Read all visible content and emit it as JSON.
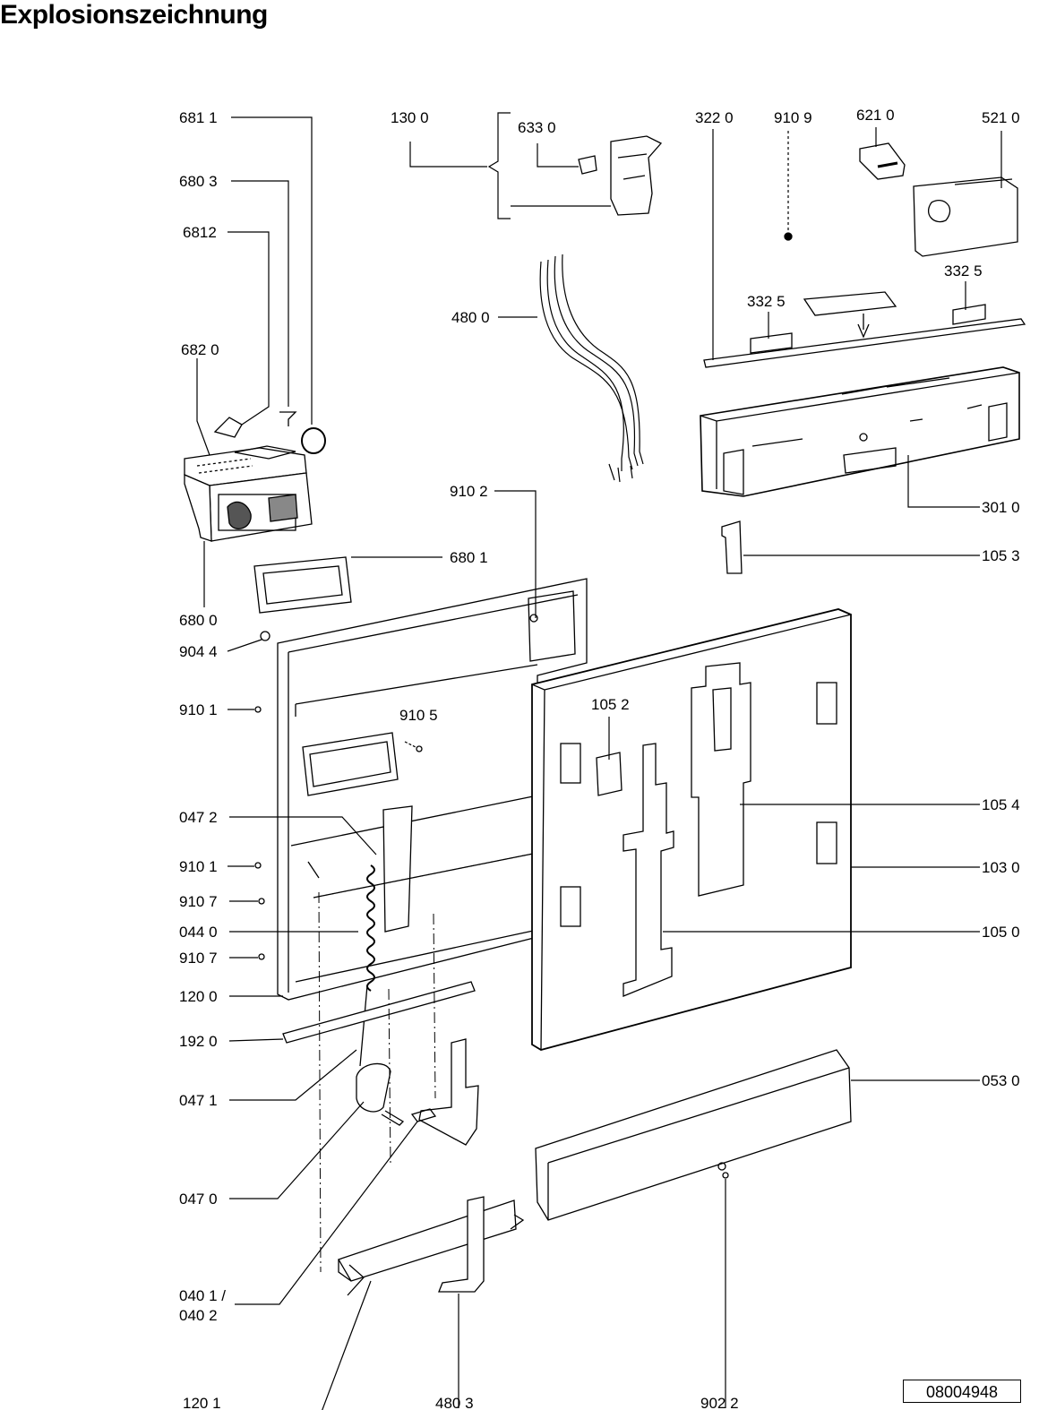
{
  "title": "Explosionszeichnung",
  "document_number": "08004948",
  "parts": [
    {
      "id": "p6811",
      "label": "681 1"
    },
    {
      "id": "p6803",
      "label": "680 3"
    },
    {
      "id": "p6812",
      "label": "6812"
    },
    {
      "id": "p6820",
      "label": "682 0"
    },
    {
      "id": "p6800",
      "label": "680 0"
    },
    {
      "id": "p6801",
      "label": "680 1"
    },
    {
      "id": "p9044",
      "label": "904 4"
    },
    {
      "id": "p9101a",
      "label": "910 1"
    },
    {
      "id": "p9105",
      "label": "910 5"
    },
    {
      "id": "p0472",
      "label": "047 2"
    },
    {
      "id": "p9101b",
      "label": "910 1"
    },
    {
      "id": "p9107a",
      "label": "910 7"
    },
    {
      "id": "p0440",
      "label": "044 0"
    },
    {
      "id": "p9107b",
      "label": "910 7"
    },
    {
      "id": "p1200",
      "label": "120 0"
    },
    {
      "id": "p1920",
      "label": "192 0"
    },
    {
      "id": "p0471",
      "label": "047 1"
    },
    {
      "id": "p0470",
      "label": "047 0"
    },
    {
      "id": "p0401",
      "label": "040 1 /"
    },
    {
      "id": "p0402",
      "label": "040 2"
    },
    {
      "id": "p1201",
      "label": "120 1"
    },
    {
      "id": "p4803",
      "label": "480 3"
    },
    {
      "id": "p9022",
      "label": "902 2"
    },
    {
      "id": "p1300",
      "label": "130 0"
    },
    {
      "id": "p6330",
      "label": "633 0"
    },
    {
      "id": "p4800",
      "label": "480 0"
    },
    {
      "id": "p9102",
      "label": "910 2"
    },
    {
      "id": "p3220",
      "label": "322  0"
    },
    {
      "id": "p9109",
      "label": "910 9"
    },
    {
      "id": "p6210",
      "label": "621 0"
    },
    {
      "id": "p5210",
      "label": "521 0"
    },
    {
      "id": "p3325a",
      "label": "332  5"
    },
    {
      "id": "p3325b",
      "label": "332  5"
    },
    {
      "id": "p3010",
      "label": "301 0"
    },
    {
      "id": "p1053",
      "label": "105 3"
    },
    {
      "id": "p1052",
      "label": "105 2"
    },
    {
      "id": "p1054",
      "label": "105 4"
    },
    {
      "id": "p1030",
      "label": "103 0"
    },
    {
      "id": "p1050",
      "label": "105 0"
    },
    {
      "id": "p0530",
      "label": "053 0"
    }
  ]
}
